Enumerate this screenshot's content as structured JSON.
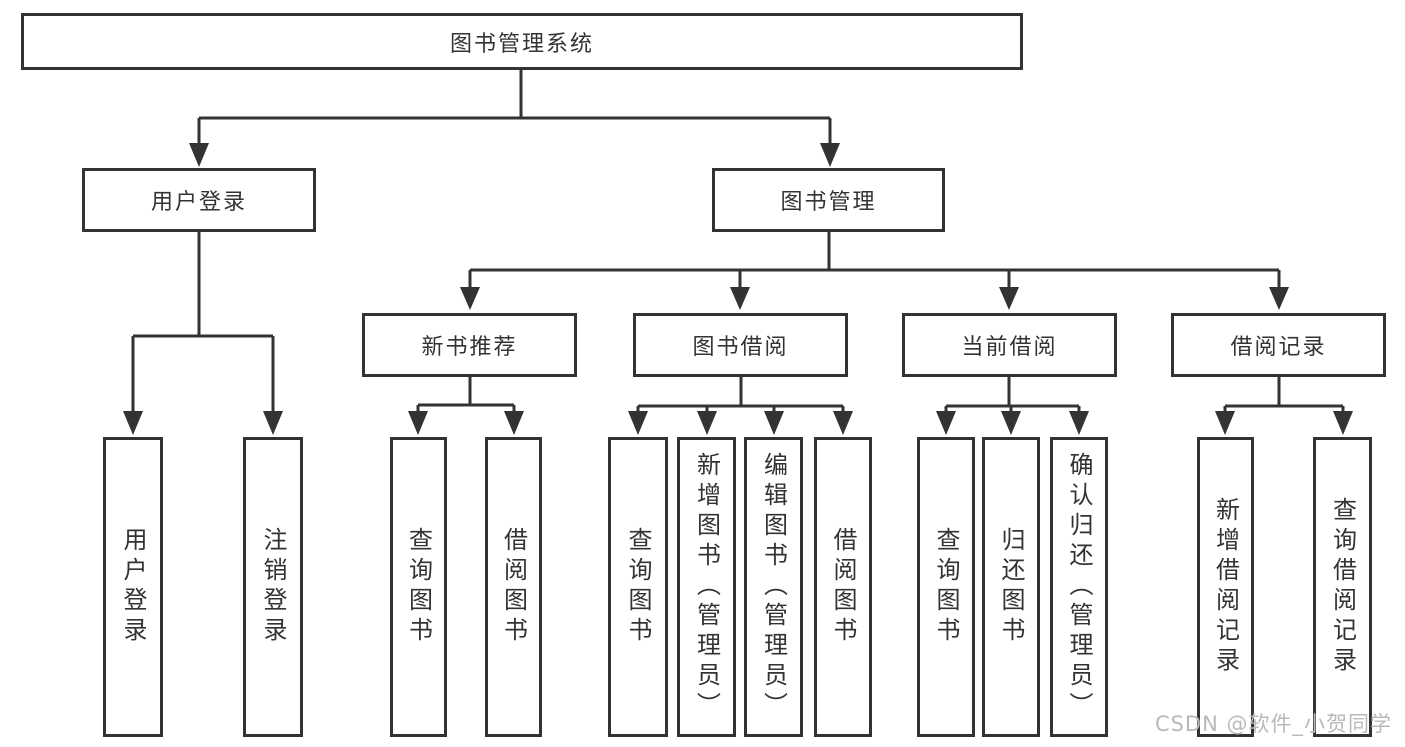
{
  "nodes": {
    "root": "图书管理系统",
    "userLogin": "用户登录",
    "bookMgmt": "图书管理",
    "newBooks": "新书推荐",
    "bookBorrow": "图书借阅",
    "currentBorrow": "当前借阅",
    "borrowRecords": "借阅记录",
    "loginLeaf": "用户登录",
    "logoutLeaf": "注销登录",
    "nbQuery": "查询图书",
    "nbBorrow": "借阅图书",
    "bbQuery": "查询图书",
    "bbAdd": "新增图书（管理员）",
    "bbEdit": "编辑图书（管理员）",
    "bbBorrow": "借阅图书",
    "cbQuery": "查询图书",
    "cbReturn": "归还图书",
    "cbConfirm": "确认归还（管理员）",
    "brAdd": "新增借阅记录",
    "brQuery": "查询借阅记录"
  },
  "hierarchy": {
    "图书管理系统": {
      "用户登录": [
        "用户登录",
        "注销登录"
      ],
      "图书管理": {
        "新书推荐": [
          "查询图书",
          "借阅图书"
        ],
        "图书借阅": [
          "查询图书",
          "新增图书（管理员）",
          "编辑图书（管理员）",
          "借阅图书"
        ],
        "当前借阅": [
          "查询图书",
          "归还图书",
          "确认归还（管理员）"
        ],
        "借阅记录": [
          "新增借阅记录",
          "查询借阅记录"
        ]
      }
    }
  },
  "watermark": "CSDN @软件_小贺同学",
  "colors": {
    "line": "#333333",
    "border": "#333333",
    "text": "#333333",
    "watermark": "#b9b9b9",
    "background": "#ffffff"
  }
}
